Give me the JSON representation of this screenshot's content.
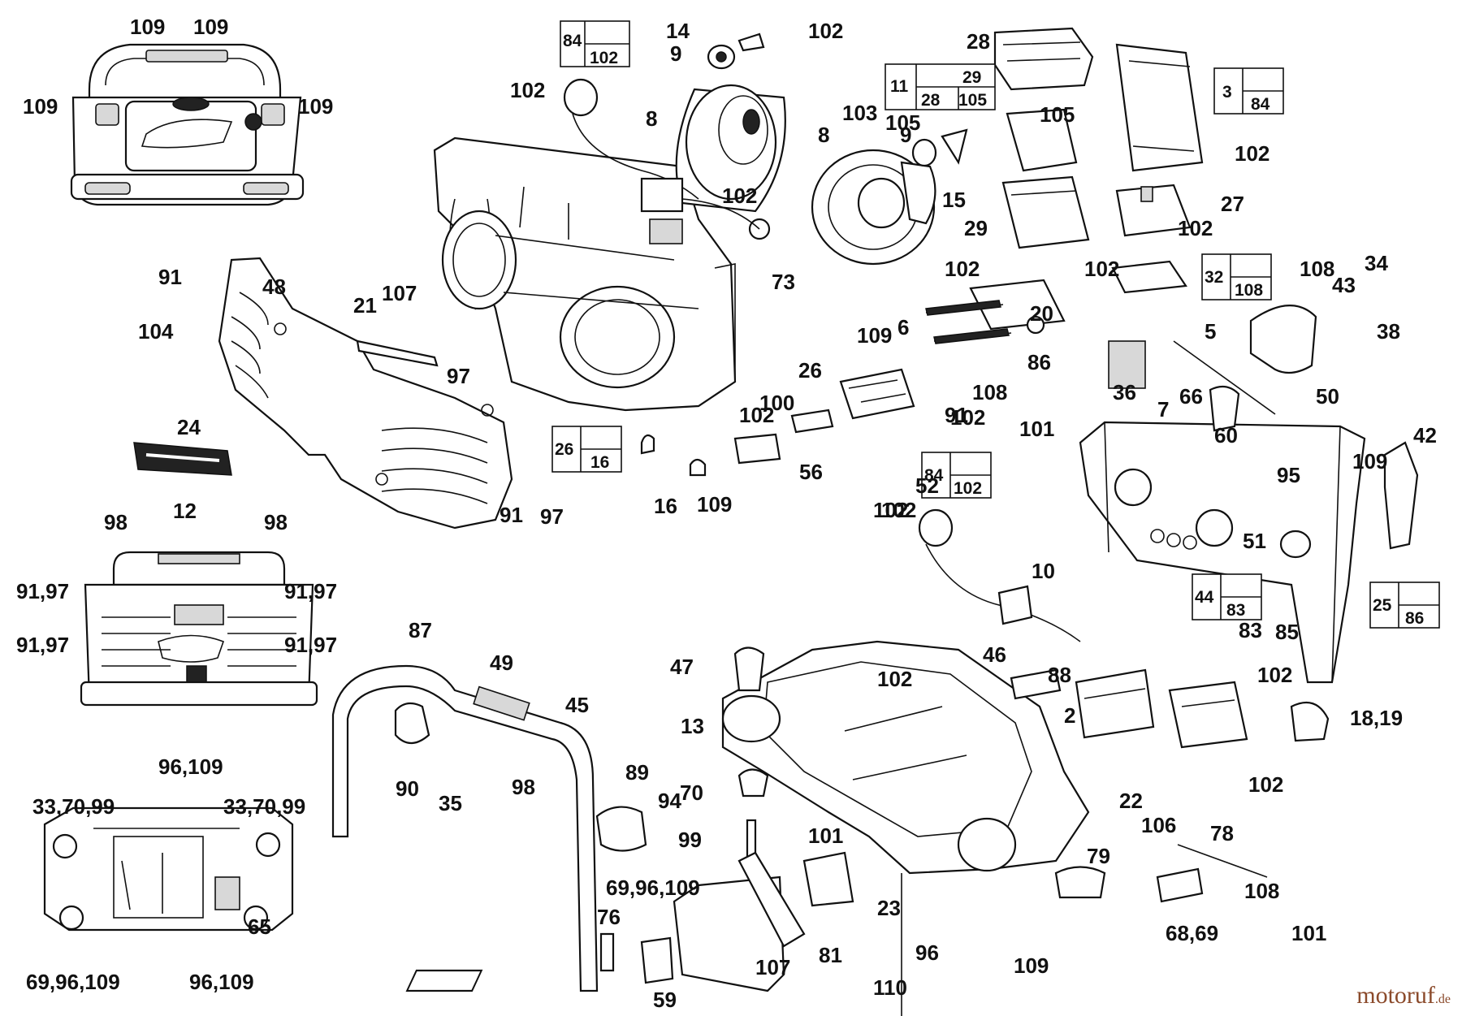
{
  "watermark": {
    "main": "motoruf",
    "tld": ".de"
  },
  "callouts": [
    "109",
    "109",
    "109",
    "109",
    "14",
    "102",
    "9",
    "84",
    "102",
    "102",
    "8",
    "103",
    "102",
    "28",
    "11",
    "29",
    "28",
    "105",
    "3",
    "84",
    "105",
    "9",
    "8",
    "102",
    "15",
    "27",
    "29",
    "102",
    "91",
    "48",
    "107",
    "21",
    "73",
    "102",
    "102",
    "32",
    "108",
    "43",
    "34",
    "104",
    "97",
    "109",
    "6",
    "5",
    "38",
    "86",
    "20",
    "108",
    "36",
    "66",
    "50",
    "24",
    "91",
    "26",
    "16",
    "102",
    "100",
    "7",
    "102",
    "60",
    "101",
    "42",
    "109",
    "12",
    "56",
    "95",
    "16",
    "109",
    "84",
    "102",
    "52",
    "91",
    "97",
    "98",
    "98",
    "102",
    "51",
    "91,97",
    "91,97",
    "10",
    "102",
    "44",
    "83",
    "25",
    "86",
    "91,97",
    "91,97",
    "87",
    "46",
    "85",
    "49",
    "47",
    "83",
    "102",
    "45",
    "102",
    "88",
    "13",
    "2",
    "18,19",
    "90",
    "35",
    "89",
    "70",
    "98",
    "94",
    "22",
    "102",
    "96,109",
    "33",
    "33,70,99",
    "33,70,99",
    "99",
    "101",
    "106",
    "78",
    "108",
    "69,96,109",
    "23",
    "79",
    "68,69",
    "65",
    "69,96,109",
    "96,109",
    "76",
    "96",
    "81",
    "107",
    "109",
    "101",
    "59",
    "110"
  ],
  "ref_boxes": [
    {
      "main": "84",
      "ref": "102"
    },
    {
      "main": "11",
      "ref_top": "29",
      "ref_bottom": "28",
      "ref_bottom2": "105"
    },
    {
      "main": "3",
      "ref": "84"
    },
    {
      "main": "32",
      "ref": "108"
    },
    {
      "main": "26",
      "ref": "16"
    },
    {
      "main": "84",
      "ref": "102"
    },
    {
      "main": "44",
      "ref": "83"
    },
    {
      "main": "25",
      "ref": "86"
    }
  ],
  "colors": {
    "ink": "#111111",
    "watermark": "#8b4a2b"
  }
}
